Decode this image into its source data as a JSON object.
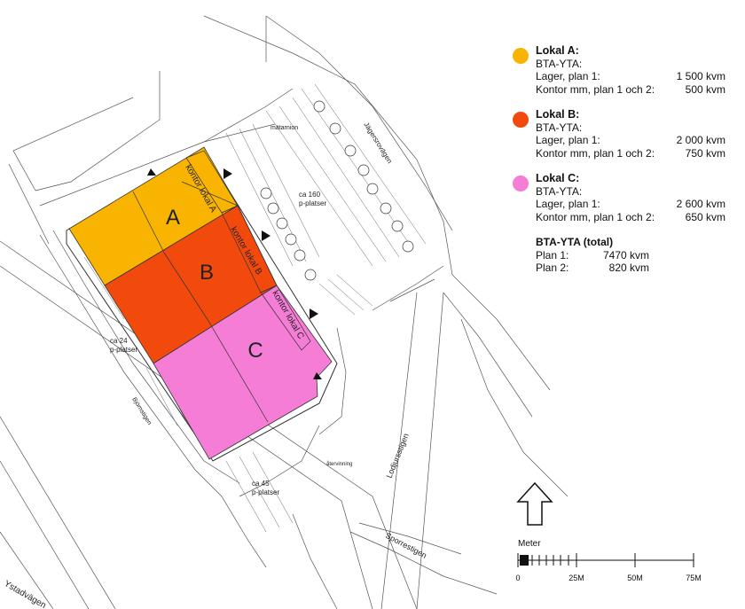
{
  "map": {
    "lots": [
      {
        "letter": "A",
        "color": "#F8B400",
        "office_label": "kontor lokal A"
      },
      {
        "letter": "B",
        "color": "#F24A0C",
        "office_label": "kontor lokal B"
      },
      {
        "letter": "C",
        "color": "#F57DD6",
        "office_label": "kontor lokal C"
      }
    ],
    "parking_labels": {
      "p160": "ca 160",
      "p160_sub": "p-platser",
      "p24": "ca 24",
      "p24_sub": "p-platser",
      "p45": "ca 45",
      "p45_sub": "p-platser"
    },
    "street_labels": {
      "jagers": "Jägersrovägen",
      "ystad": "Ystadvägen",
      "lodjurs": "Lodjursstigen",
      "sporre": "Sporrestigen",
      "bjorn": "Björnstigen",
      "mataren": "mätarnion",
      "atervinning": "återvinning"
    }
  },
  "legend": {
    "lokaler": [
      {
        "title": "Lokal A:",
        "bta": "BTA-YTA:",
        "color": "#F8B400",
        "rows": [
          {
            "label": "Lager, plan 1:",
            "value": "1 500 kvm"
          },
          {
            "label": "Kontor mm, plan 1 och 2:",
            "value": "500 kvm"
          }
        ]
      },
      {
        "title": "Lokal B:",
        "bta": "BTA-YTA:",
        "color": "#F24A0C",
        "rows": [
          {
            "label": "Lager, plan 1:",
            "value": "2 000 kvm"
          },
          {
            "label": "Kontor mm, plan 1 och 2:",
            "value": "750 kvm"
          }
        ]
      },
      {
        "title": "Lokal C:",
        "bta": "BTA-YTA:",
        "color": "#F57DD6",
        "rows": [
          {
            "label": "Lager, plan 1:",
            "value": "2 600 kvm"
          },
          {
            "label": "Kontor mm, plan 1 och 2:",
            "value": "650 kvm"
          }
        ]
      }
    ],
    "total": {
      "title": "BTA-YTA (total)",
      "rows": [
        {
          "label": "Plan 1:",
          "value": "7470 kvm"
        },
        {
          "label": "Plan 2:",
          "value": "820 kvm"
        }
      ]
    }
  },
  "scale": {
    "title": "Meter",
    "ticks": [
      "0",
      "25M",
      "50M",
      "75M"
    ]
  }
}
